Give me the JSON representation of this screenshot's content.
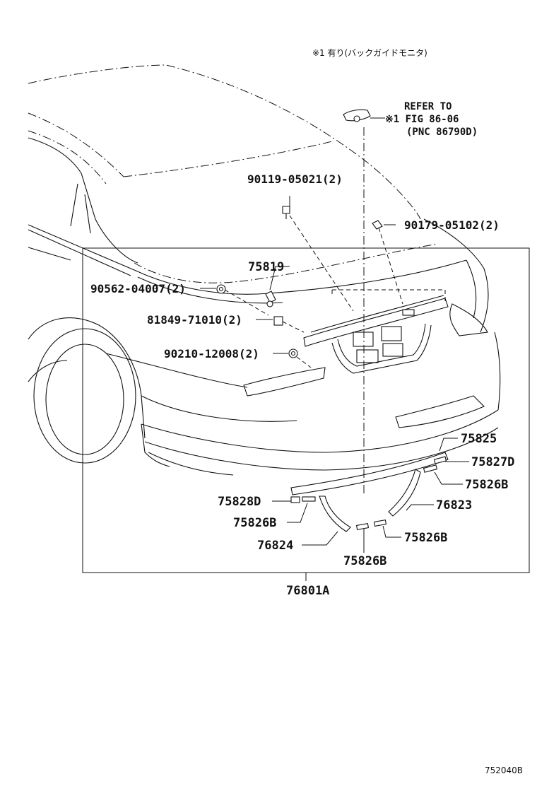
{
  "diagram": {
    "note": "※1 有り(バックガイドモニタ)",
    "refer": {
      "line1": "REFER TO",
      "line2": "※1 FIG 86-06",
      "line3": "(PNC 86790D)"
    },
    "parts": {
      "p90119": "90119-05021(2)",
      "p90179": "90179-05102(2)",
      "p75819": "75819",
      "p90562": "90562-04007(2)",
      "p81849": "81849-71010(2)",
      "p90210": "90210-12008(2)",
      "p75825": "75825",
      "p75827D": "75827D",
      "p75826B_right": "75826B",
      "p76823": "76823",
      "p75828D": "75828D",
      "p75826B_left": "75826B",
      "p76824": "76824",
      "p75826B_mid": "75826B",
      "p75826B_bottom": "75826B",
      "p76801A": "76801A"
    },
    "code": "752040B"
  }
}
